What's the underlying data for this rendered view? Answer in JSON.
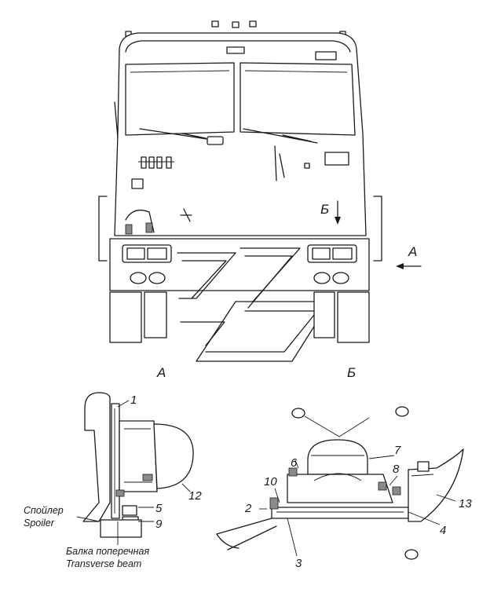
{
  "views": {
    "view_a_letter": "А",
    "view_b_letter": "Б",
    "arrow_a_label": "А",
    "arrow_b_label": "Б"
  },
  "callouts": {
    "n1": "1",
    "n2": "2",
    "n3": "3",
    "n4": "4",
    "n5": "5",
    "n6": "6",
    "n7": "7",
    "n8": "8",
    "n9": "9",
    "n10": "10",
    "n12": "12",
    "n13": "13"
  },
  "captions": {
    "spoiler_ru": "Спойлер",
    "spoiler_en": "Spoiler",
    "beam_ru": "Балка поперечная",
    "beam_en": "Transverse beam"
  }
}
